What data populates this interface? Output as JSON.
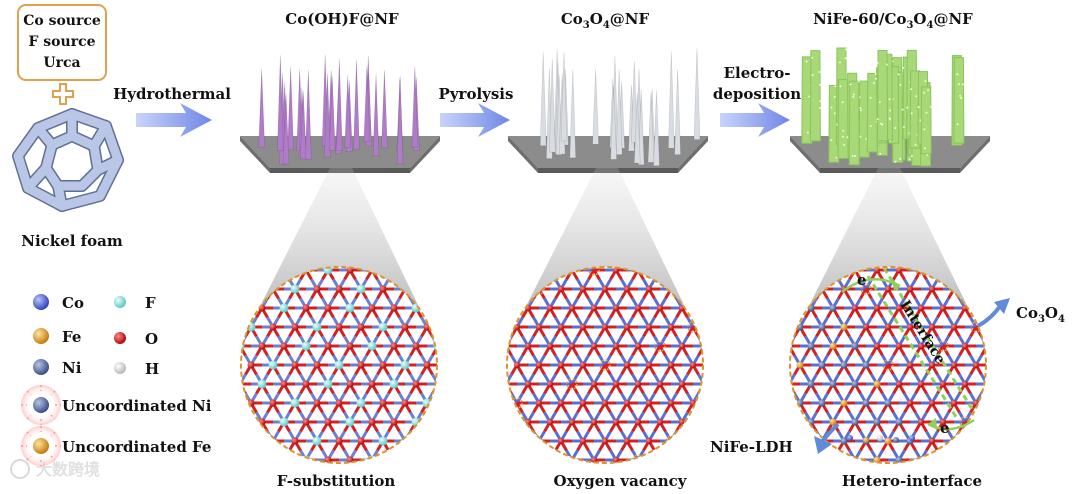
{
  "colors": {
    "arrow": "#7d93e8",
    "substrate_top": "#8a8a8a",
    "substrate_side": "#5e5e5e",
    "needle_purple": "#b07cc8",
    "needle_white": "#d9dde2",
    "needle_green": "#a8d878",
    "box_border": "#e0a14f",
    "plus": "#e0a14f",
    "co_atom": "#5a6fd6",
    "fe_atom": "#e0a33a",
    "ni_atom": "#6a7fb0",
    "f_atom": "#8fe0dc",
    "o_atom": "#d42020",
    "h_atom": "#e8e8e8",
    "circle_border": "#d9942e"
  },
  "precursor": {
    "lines": [
      "Co source",
      "F source",
      "Urca"
    ],
    "plus_icon": "plus-icon",
    "foam_label": "Nickel foam"
  },
  "steps": [
    {
      "arrow_label": "Hydrothermal",
      "product": "Co(OH)F@NF",
      "zoom_label": "F-substitution"
    },
    {
      "arrow_label": "Pyrolysis",
      "product_main": "Co",
      "product_sub1": "3",
      "product_mid": "O",
      "product_sub2": "4",
      "product_tail": "@NF",
      "zoom_label": "Oxygen vacancy"
    },
    {
      "arrow_label_1": "Electro-",
      "arrow_label_2": "deposition",
      "product_main": "NiFe-60/Co",
      "product_sub1": "3",
      "product_mid": "O",
      "product_sub2": "4",
      "product_tail": "@NF",
      "zoom_label": "Hetero-interface"
    }
  ],
  "hetero": {
    "interface": "Interface",
    "electron_top": "e",
    "electron_bottom": "e",
    "co3o4_main": "Co",
    "co3o4_sub1": "3",
    "co3o4_mid": "O",
    "co3o4_sub2": "4",
    "nife_ldh": "NiFe-LDH"
  },
  "legend": [
    {
      "symbol": "Co",
      "atom": "co"
    },
    {
      "symbol": "F",
      "atom": "f"
    },
    {
      "symbol": "Fe",
      "atom": "fe"
    },
    {
      "symbol": "O",
      "atom": "o"
    },
    {
      "symbol": "Ni",
      "atom": "ni"
    },
    {
      "symbol": "H",
      "atom": "h"
    },
    {
      "symbol": "Uncoordinated Ni",
      "atom": "ni"
    },
    {
      "symbol": "Uncoordinated Fe",
      "atom": "fe"
    }
  ],
  "watermark": "大数跨境"
}
